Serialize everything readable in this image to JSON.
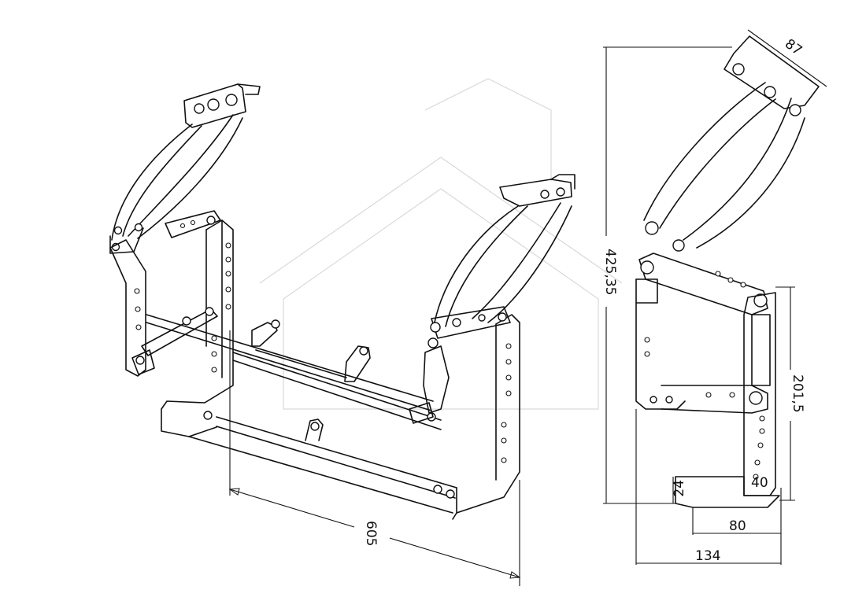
{
  "dimensions": {
    "width_605": "605",
    "height_425": "425,35",
    "top_87": "87",
    "side_201": "201,5",
    "foot_24": "24",
    "foot_40": "40",
    "foot_80": "80",
    "base_134": "134"
  }
}
